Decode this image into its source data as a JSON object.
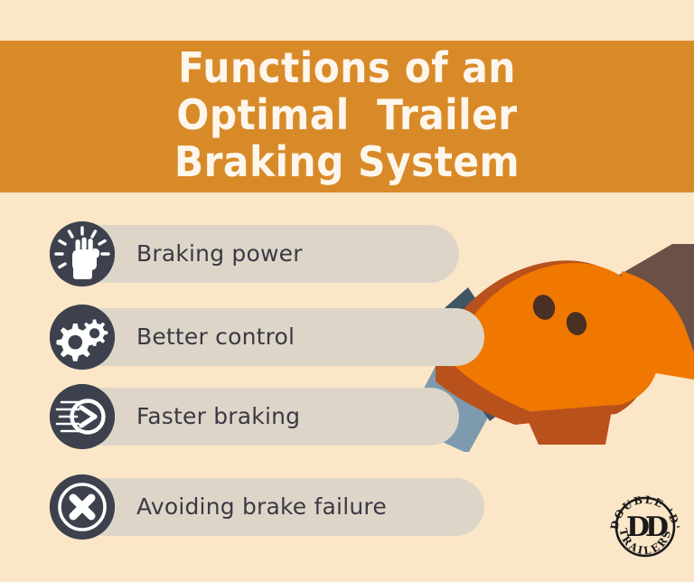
{
  "poster": {
    "background_color": "#fce6c8",
    "band_color": "#d98a28"
  },
  "header": {
    "title_lines": [
      "Functions of an",
      "Optimal  Trailer",
      "Braking System"
    ],
    "title_full": "Functions of an Optimal Trailer Braking System",
    "title_color": "#fdf6ec"
  },
  "list": {
    "pill_color": "#ded5c9",
    "badge_color": "#3c414d",
    "label_color": "#3a3a44",
    "items": [
      {
        "label": "Braking power",
        "icon": "speedometer-fist-icon"
      },
      {
        "label": "Better control",
        "icon": "gears-icon"
      },
      {
        "label": "Faster braking",
        "icon": "speed-arrow-icon"
      },
      {
        "label": "Avoiding brake failure",
        "icon": "x-circle-icon"
      }
    ]
  },
  "illustration": {
    "name": "boot-pressing-brake-pedal",
    "boot_color": "#f07800",
    "boot_sole_color": "#b9511c",
    "leg_color": "#6b5048",
    "eyelet_color": "#4a2f24",
    "pedal_color": "#3f5566",
    "pedal_arm_color": "#7d9aae"
  },
  "logo": {
    "name": "double-d-trailers-logo",
    "top_text": "DOUBLE 'D'",
    "bottom_text": "TRAILERS",
    "monogram": "DD",
    "color": "#1a1a1a"
  }
}
